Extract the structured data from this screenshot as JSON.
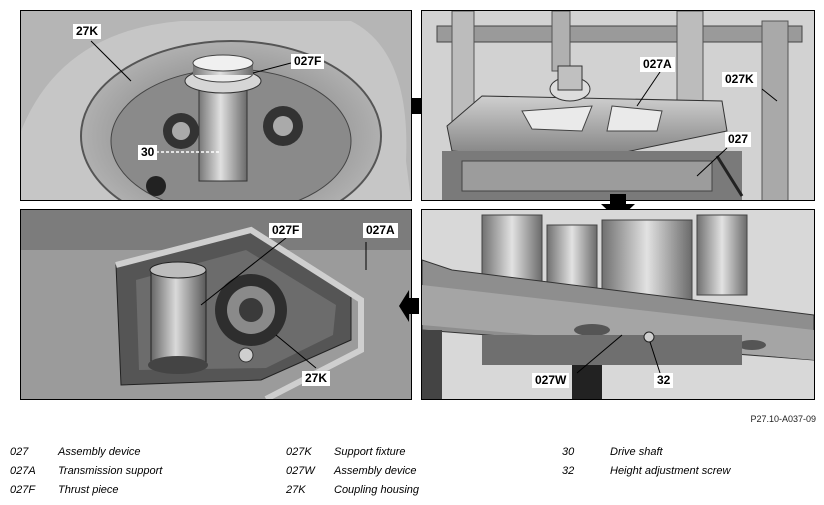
{
  "panels": {
    "top_left": {
      "labels": [
        "27K",
        "027F",
        "30"
      ]
    },
    "top_right": {
      "labels": [
        "027A",
        "027K",
        "027"
      ]
    },
    "bottom_left": {
      "labels": [
        "027F",
        "027A",
        "27K"
      ]
    },
    "bottom_right": {
      "labels": [
        "027W",
        "32"
      ]
    }
  },
  "figure_id": "P27.10-A037-09",
  "legend": [
    {
      "code": "027",
      "desc": "Assembly device"
    },
    {
      "code": "027A",
      "desc": "Transmission support"
    },
    {
      "code": "027F",
      "desc": "Thrust piece"
    },
    {
      "code": "027K",
      "desc": "Support fixture"
    },
    {
      "code": "027W",
      "desc": "Assembly device"
    },
    {
      "code": "27K",
      "desc": "Coupling housing"
    },
    {
      "code": "30",
      "desc": "Drive shaft"
    },
    {
      "code": "32",
      "desc": "Height adjustment screw"
    }
  ],
  "colors": {
    "arrow": "#000000",
    "photo_gray": "#9a9a9a",
    "label_bg": "#ffffff"
  },
  "icons": [
    "right-arrow-icon",
    "down-arrow-icon",
    "left-arrow-icon"
  ]
}
